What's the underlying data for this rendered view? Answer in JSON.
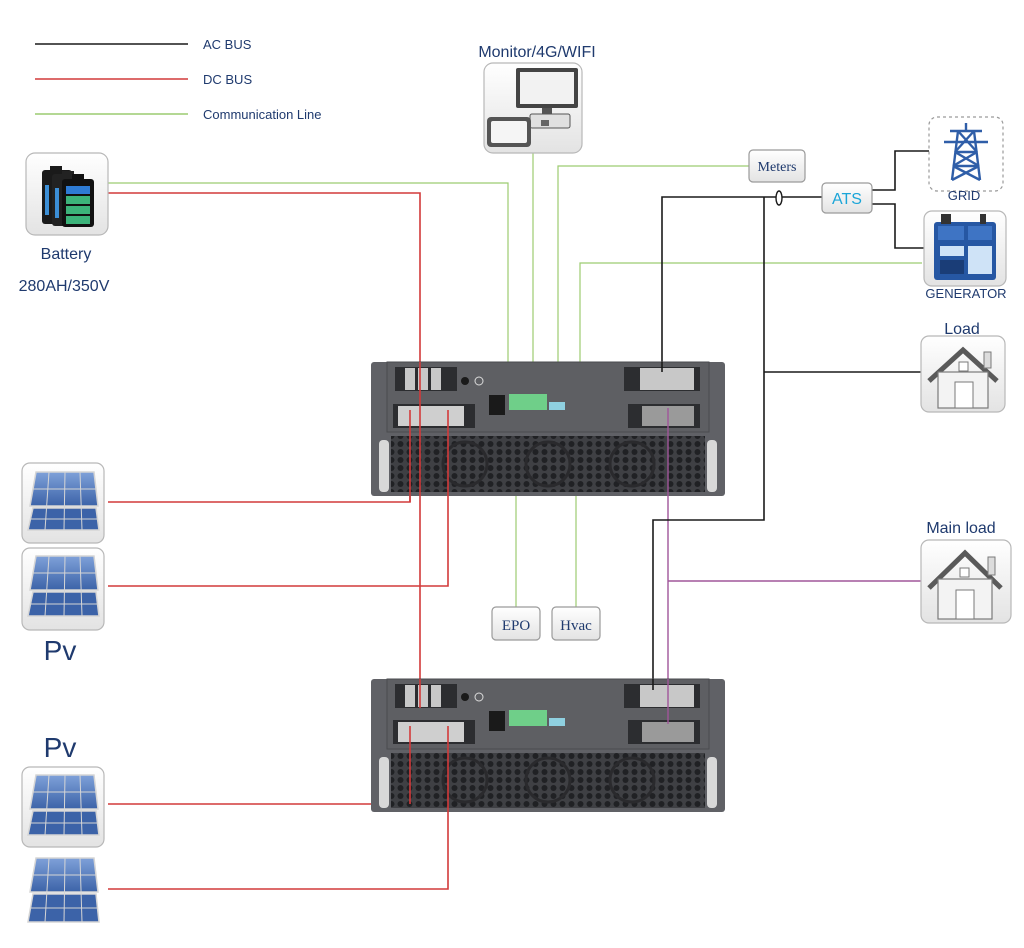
{
  "legend": {
    "ac_bus": "AC BUS",
    "dc_bus": "DC BUS",
    "communication_line": "Communication Line"
  },
  "battery": {
    "label": "Battery",
    "spec": "280AH/350V"
  },
  "monitor": {
    "label": "Monitor/4G/WIFI"
  },
  "meters": {
    "label": "Meters"
  },
  "ats": {
    "label": "ATS"
  },
  "grid": {
    "label": "GRID"
  },
  "generator": {
    "label": "GENERATOR"
  },
  "load": {
    "label": "Load"
  },
  "main_load": {
    "label": "Main load"
  },
  "epo": {
    "label": "EPO"
  },
  "hvac": {
    "label": "Hvac"
  },
  "pv_top": {
    "label": "Pv"
  },
  "pv_bottom": {
    "label": "Pv"
  },
  "colors": {
    "ac_bus": "#1a1a1a",
    "dc_bus": "#d23a3a",
    "communication": "#9ccc70",
    "main_load_line": "#a0569a",
    "label_text": "#1f3a6e",
    "ats_text": "#1aa5d8",
    "inverter_body": "#5e5f63"
  }
}
